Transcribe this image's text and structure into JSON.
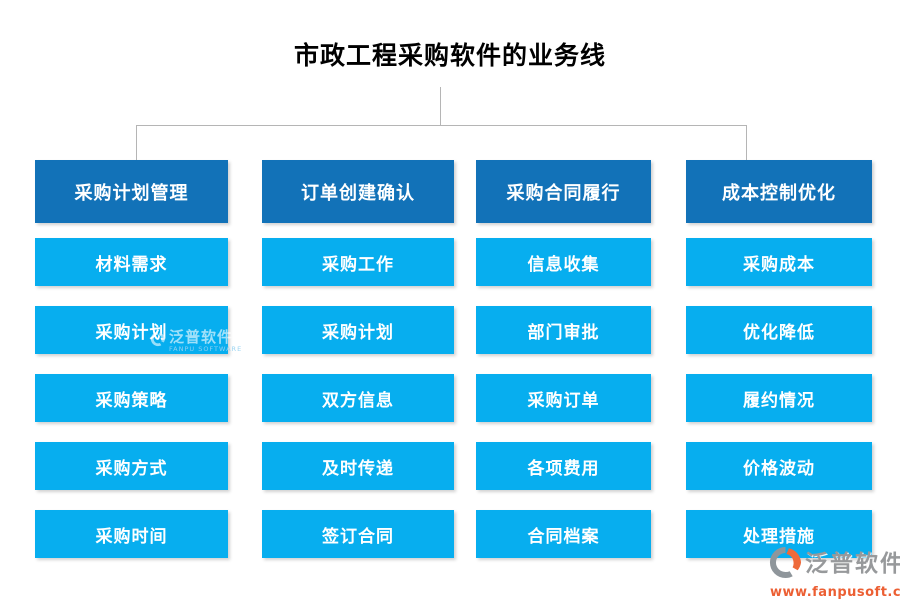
{
  "title": "市政工程采购软件的业务线",
  "columns": [
    {
      "header": "采购计划管理",
      "items": [
        "材料需求",
        "采购计划",
        "采购策略",
        "采购方式",
        "采购时间"
      ]
    },
    {
      "header": "订单创建确认",
      "items": [
        "采购工作",
        "采购计划",
        "双方信息",
        "及时传递",
        "签订合同"
      ]
    },
    {
      "header": "采购合同履行",
      "items": [
        "信息收集",
        "部门审批",
        "采购订单",
        "各项费用",
        "合同档案"
      ]
    },
    {
      "header": "成本控制优化",
      "items": [
        "采购成本",
        "优化降低",
        "履约情况",
        "价格波动",
        "处理措施"
      ]
    }
  ],
  "watermark": {
    "brand": "泛普软件",
    "subtitle": "FANPU SOFTWARE"
  },
  "footer_logo": {
    "brand": "泛普软件",
    "url": "www.fanpusoft.com"
  },
  "colors": {
    "header_blue": "#1272B8",
    "item_blue": "#07AEEF",
    "connector_gray": "#B5B5B5",
    "logo_gray": "#97999B",
    "logo_orange": "#EC5F33"
  }
}
